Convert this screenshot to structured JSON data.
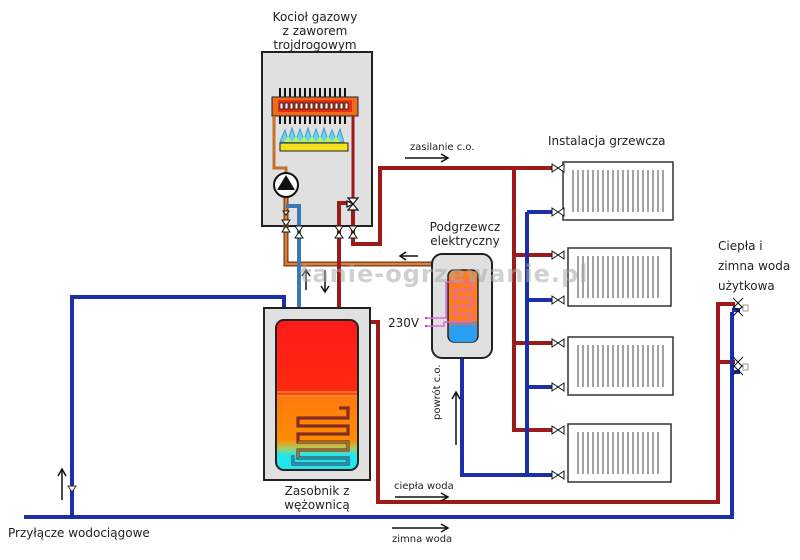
{
  "labels": {
    "boiler": [
      "Kocioł gazowy",
      "z zaworem",
      "trojdrogowym"
    ],
    "heating_installation": "Instalacja grzewcza",
    "supply_co": "zasilanie c.o.",
    "electric_heater": [
      "Podgrzewcz",
      "elektryczny"
    ],
    "voltage": "230V",
    "return_co": "powrót c.o.",
    "hot_cold_water": [
      "Ciepła i",
      "zimna woda",
      "użytkowa"
    ],
    "storage_tank": [
      "Zasobnik z",
      "wężownicą"
    ],
    "hot_water": "ciepła woda",
    "cold_water": "zimna woda",
    "water_connection": "Przyłącze wodociągowe",
    "watermark": "tanie-ogrzewanie.pl"
  },
  "colors": {
    "hot_pipe": "#b01c1c",
    "cold_pipe": "#1a2fa8",
    "boiler_return_pipe": "#3a78b8",
    "primary_loop_pipe": "#c8702a",
    "housing": "#e0e0e0",
    "tank_hot": "#ff1a1a",
    "tank_warm": "#ff8c00",
    "tank_cold": "#22e5f0"
  },
  "radiators": [
    "radiator-1",
    "radiator-2",
    "radiator-3",
    "radiator-4"
  ]
}
